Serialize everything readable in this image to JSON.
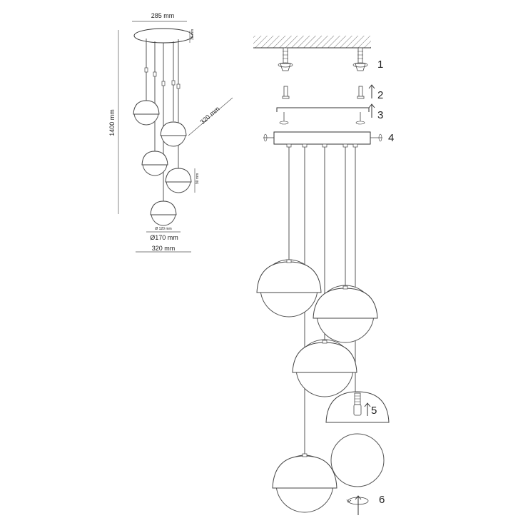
{
  "dimensions": {
    "top_width": "285 mm",
    "canopy_height": "30 mm",
    "total_height": "1400 mm",
    "diagonal": "320 mm",
    "globe_height": "90 mm",
    "inner_diameter": "Ø 120 mm",
    "outer_diameter": "Ø170 mm",
    "bottom_width": "320 mm"
  },
  "steps": [
    "1",
    "2",
    "3",
    "4",
    "5",
    "6"
  ],
  "colors": {
    "line": "#333333",
    "background": "#ffffff"
  }
}
